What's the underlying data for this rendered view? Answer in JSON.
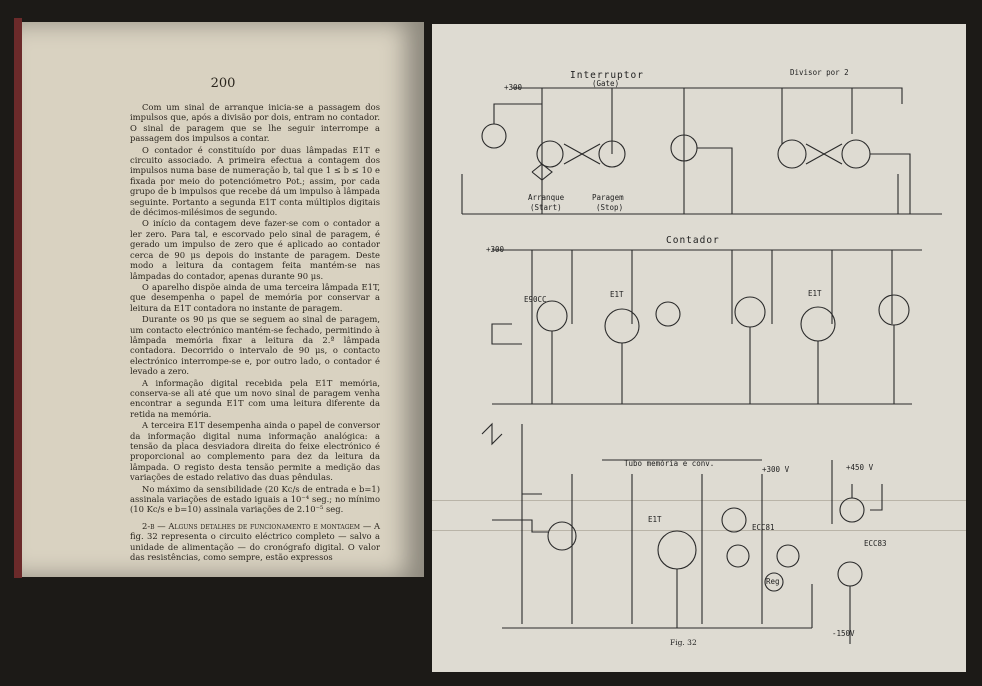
{
  "left_page": {
    "page_number": "200",
    "paragraphs": [
      "Com um sinal de arranque inicia-se a passagem dos impulsos que, após a divisão por dois, entram no contador. O sinal de paragem que se lhe seguir interrompe a passagem dos impulsos a contar.",
      "O contador é constituído por duas lâmpadas E1T e circuito associado. A primeira efectua a contagem dos impulsos numa base de numeração b, tal que 1 ≤ b ≤ 10 e fixada por meio do potenciómetro Pot.; assim, por cada grupo de b impulsos que recebe dá um impulso à lâmpada seguinte. Portanto a segunda E1T conta múltiplos digitais de décimos-milésimos de segundo.",
      "O início da contagem deve fazer-se com o contador a ler zero. Para tal, e escorvado pelo sinal de paragem, é gerado um impulso de zero que é aplicado ao contador cerca de 90 μs depois do instante de paragem. Deste modo a leitura da contagem feita mantém-se nas lâmpadas do contador, apenas durante 90 μs.",
      "O aparelho dispõe ainda de uma terceira lâmpada E1T, que desempenha o papel de memória por conservar a leitura da E1T contadora no instante de paragem.",
      "Durante os 90 μs que se seguem ao sinal de paragem, um contacto electrónico mantém-se fechado, permitindo à lâmpada memória fixar a leitura da 2.ª lâmpada contadora. Decorrido o intervalo de 90 μs, o contacto electrónico interrompe-se e, por outro lado, o contador é levado a zero.",
      "A informação digital recebida pela E1T memória, conserva-se ali até que um novo sinal de paragem venha encontrar a segunda E1T com uma leitura diferente da retida na memória.",
      "A terceira E1T desempenha ainda o papel de conversor da informação digital numa informação analógica: a tensão da placa desviadora direita do feixe electrónico é proporcional ao complemento para dez da leitura da lâmpada. O registo desta tensão permite a medição das variações de estado relativo das duas pêndulas.",
      "No máximo da sensibilidade (20 Kc/s de entrada e b=1) assinala variações de estado iguais a 10⁻⁴ seg.; no mínimo (10 Kc/s e b=10) assinala variações de 2.10⁻⁵ seg."
    ],
    "section_heading": "2-b — Alguns detalhes de funcionamento e montagem",
    "section_text": "— A fig. 32 representa o circuito eléctrico completo — salvo a unidade de alimentação — do cronógrafo digital. O valor das resistências, como sempre, estão expressos"
  },
  "right_page": {
    "labels": {
      "interruptor": "Interruptor",
      "gate": "(Gate)",
      "divisor": "Divisor por 2",
      "contador": "Contador",
      "memoria": "Tubo memória e conv.",
      "arranque": "Arranque",
      "start": "(Start)",
      "paragem": "Paragem",
      "stop": "(Stop)",
      "v_300_top": "+300",
      "v_300_mid": "+300",
      "v_300_bot": "+300 V",
      "v_450": "+450 V",
      "v_150": "-150V",
      "e1t_1": "E1T",
      "e1t_2": "E1T",
      "e1t_3": "E1T",
      "e90cc": "E90CC",
      "ecc83": "ECC83",
      "ecc81": "ECC81",
      "reg": "Reg"
    },
    "caption": "Fig. 32"
  }
}
